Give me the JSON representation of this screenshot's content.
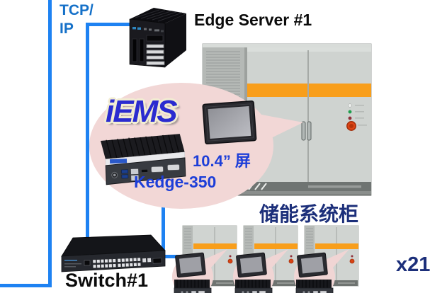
{
  "network": {
    "protocol": {
      "line1": "TCP/",
      "line2": "IP"
    }
  },
  "nodes": {
    "edge_server": {
      "label": "Edge Server #1"
    },
    "switch": {
      "label": "Switch#1"
    },
    "gateway_bubble": {
      "logo": "iEMS",
      "screen_label": "10.4” 屏",
      "model": "Kedge-350"
    },
    "storage_cabinets": {
      "title": "储能系统柜",
      "count": "x21"
    }
  },
  "colors": {
    "connector_blue": "#1e82f2",
    "protocol_label_blue": "#1470c8",
    "navy_label": "#1c2f7a",
    "royal_label": "#1d3ed8",
    "iems_blue": "#2b2bd0",
    "bubble_pink": "#f2d7d6",
    "cabinet_stripe_orange": "#f89e1b"
  }
}
